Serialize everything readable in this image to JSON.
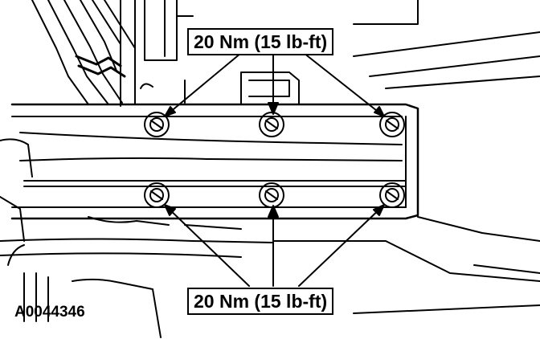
{
  "diagram": {
    "torque_label_top": "20 Nm (15 lb-ft)",
    "torque_label_bottom": "20 Nm (15 lb-ft)",
    "figure_id": "A0044346",
    "bolt_count": 6,
    "ink_color": "#000000",
    "paper_color": "#ffffff"
  }
}
